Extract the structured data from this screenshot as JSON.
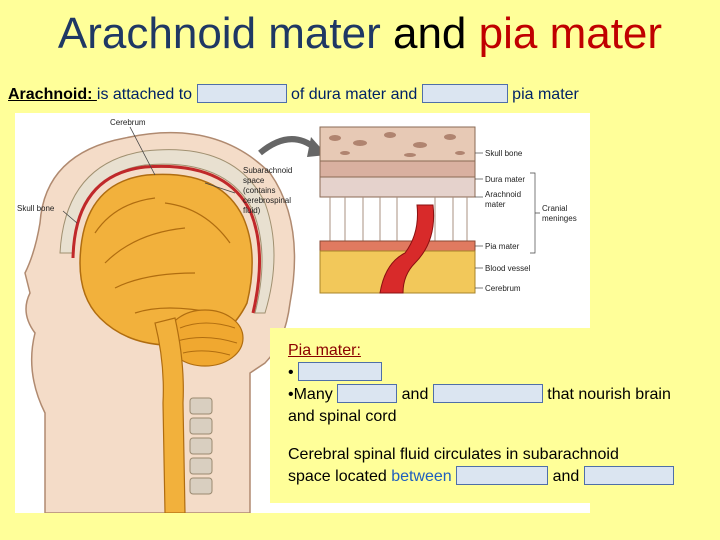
{
  "title": {
    "part1": "Arachnoid mater",
    "part2": "and",
    "part3": "pia mater"
  },
  "arachnoid": {
    "label": "Arachnoid: ",
    "text1": "is attached to",
    "text2": "of dura mater and",
    "text3": "pia mater"
  },
  "figure_labels": {
    "cerebrum_top": "Cerebrum",
    "subarachnoid_1": "Subarachnoid",
    "subarachnoid_2": "space",
    "subarachnoid_3": "(contains",
    "subarachnoid_4": "cerebrospinal",
    "subarachnoid_5": "fluid)",
    "skull_left": "Skull bone",
    "skull_right": "Skull bone",
    "dura": "Dura mater",
    "arachnoid_1": "Arachnoid",
    "arachnoid_2": "mater",
    "cranial_1": "Cranial",
    "cranial_2": "meninges",
    "pia": "Pia mater",
    "blood": "Blood vessel",
    "cerebrum_right": "Cerebrum"
  },
  "pia": {
    "heading": "Pia mater: ",
    "bullet1": "•",
    "bullet2_a": "•Many",
    "bullet2_b": "and",
    "bullet2_c": "that nourish brain",
    "bullet2_d": "and spinal cord",
    "csf_1": "Cerebral spinal fluid circulates in subarachnoid",
    "csf_2a": "space located",
    "csf_2b": "between",
    "csf_2c": "and"
  }
}
